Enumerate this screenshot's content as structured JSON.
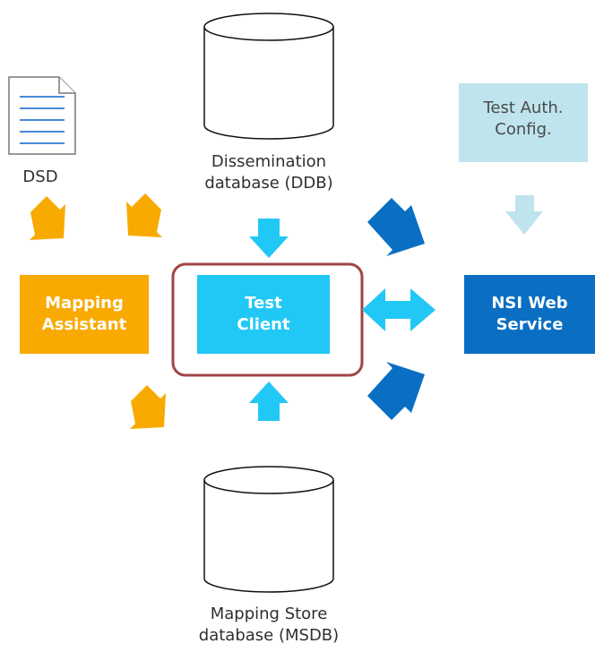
{
  "colors": {
    "orange": "#F8AA00",
    "light_cyan": "#22C8F5",
    "dark_blue": "#0A6FC2",
    "pale_blue": "#BFE4EE",
    "selection_outline": "#A14444",
    "cylinder_stroke": "#111111",
    "doc_stroke": "#4B89D6"
  },
  "nodes": {
    "dsd": {
      "label": "DSD",
      "icon": "document-icon"
    },
    "dissemination_db": {
      "label_line1": "Dissemination",
      "label_line2": "database (DDB)",
      "icon": "database-cylinder-icon"
    },
    "test_auth_config": {
      "label_line1": "Test Auth.",
      "label_line2": "Config."
    },
    "mapping_assistant": {
      "label_line1": "Mapping",
      "label_line2": "Assistant"
    },
    "test_client": {
      "label_line1": "Test",
      "label_line2": "Client"
    },
    "nsi_web_service": {
      "label_line1": "NSI Web",
      "label_line2": "Service"
    },
    "mapping_store_db": {
      "label_line1": "Mapping Store",
      "label_line2": "database (MSDB)",
      "icon": "database-cylinder-icon"
    }
  }
}
